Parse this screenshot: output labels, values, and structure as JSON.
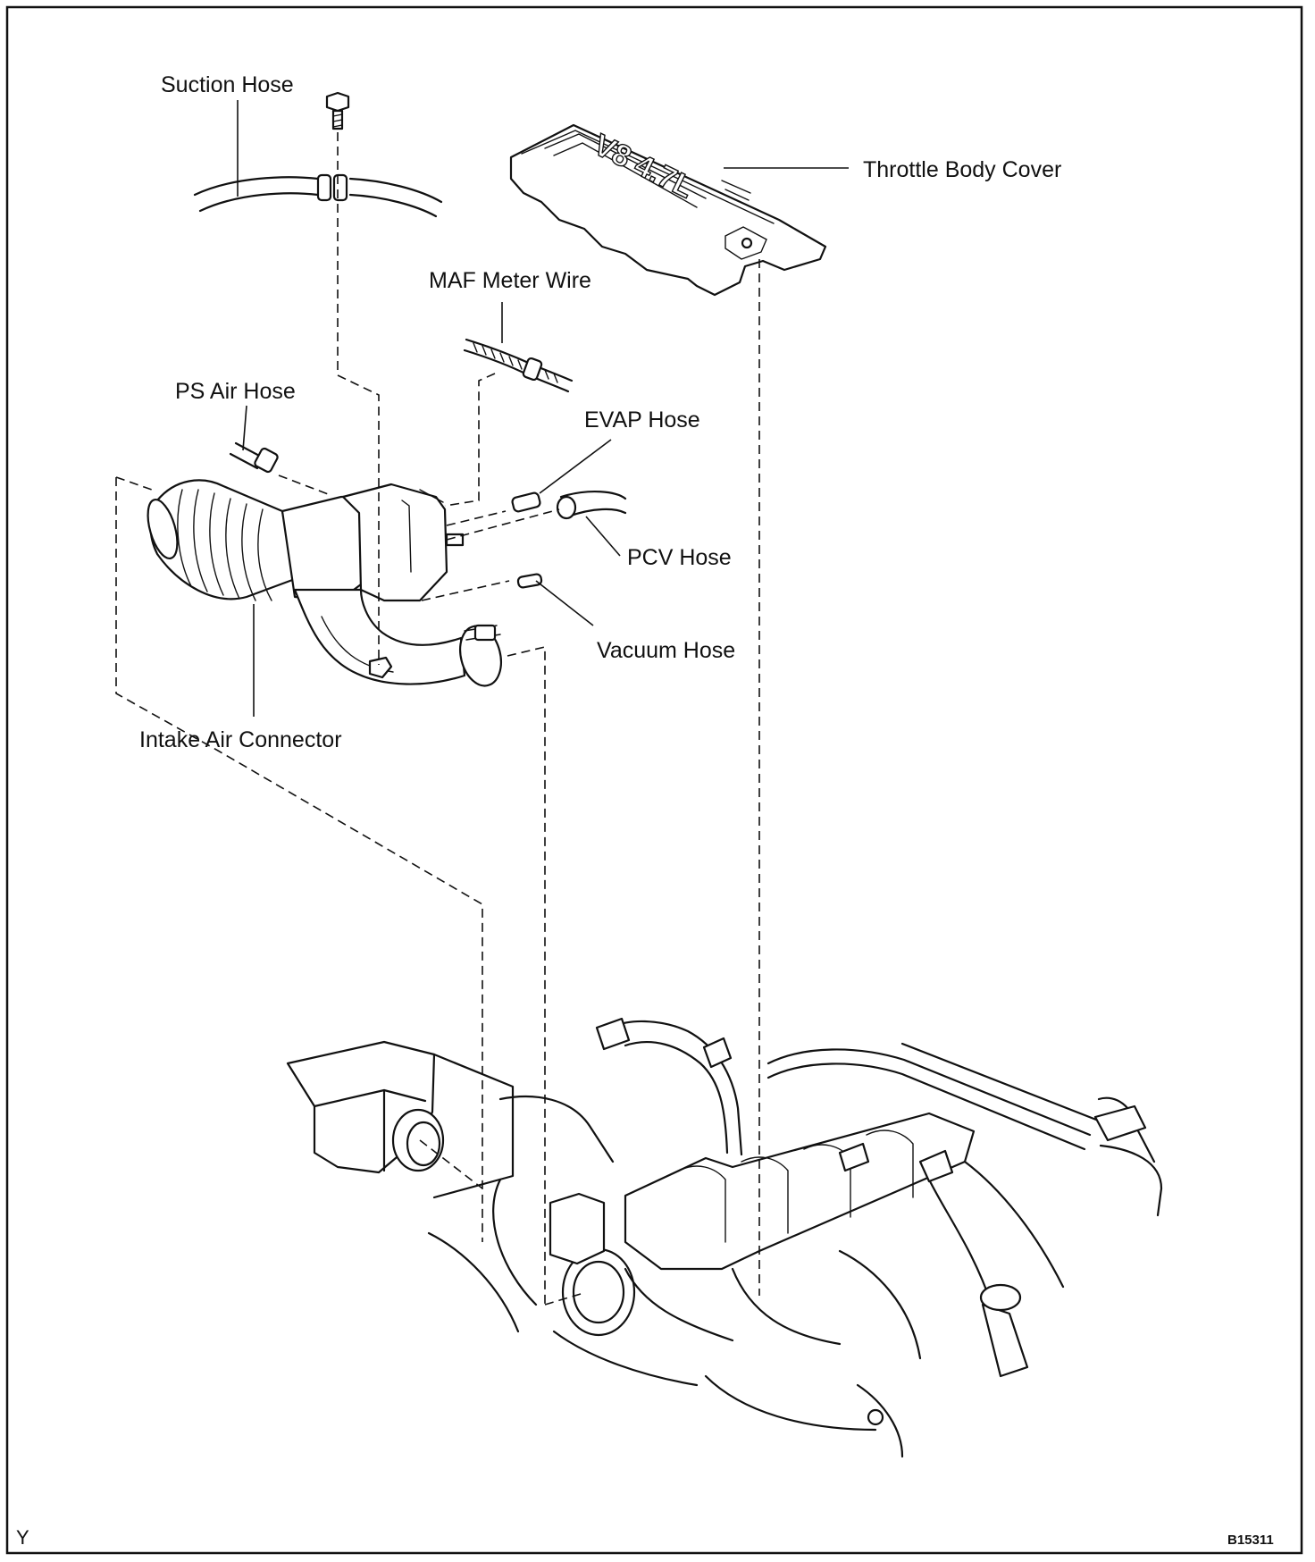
{
  "labels": {
    "suction_hose": "Suction Hose",
    "throttle_body_cover": "Throttle Body Cover",
    "maf_meter_wire": "MAF Meter Wire",
    "ps_air_hose": "PS Air Hose",
    "evap_hose": "EVAP Hose",
    "pcv_hose": "PCV Hose",
    "vacuum_hose": "Vacuum Hose",
    "intake_air_connector": "Intake Air Connector"
  },
  "cover_marking": "V8 4.7L",
  "corner": {
    "left_code": "Y",
    "figure_code": "B15311"
  }
}
